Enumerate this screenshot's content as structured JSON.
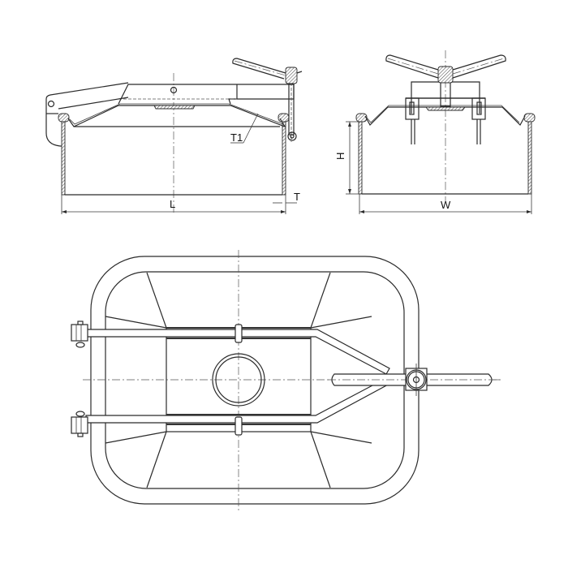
{
  "drawing": {
    "type": "manhole cover technical drawing",
    "views": [
      {
        "name": "side-view-length",
        "labels": {
          "length": "L",
          "wall_thickness": "T",
          "cover_thickness": "T1"
        }
      },
      {
        "name": "side-view-width",
        "labels": {
          "height": "H",
          "width": "W"
        }
      },
      {
        "name": "top-view",
        "labels": {}
      }
    ]
  },
  "labels": {
    "L": "L",
    "T": "T",
    "T1": "T1",
    "H": "H",
    "W": "W"
  },
  "colors": {
    "line": "#2b2b2b",
    "background": "#ffffff"
  }
}
